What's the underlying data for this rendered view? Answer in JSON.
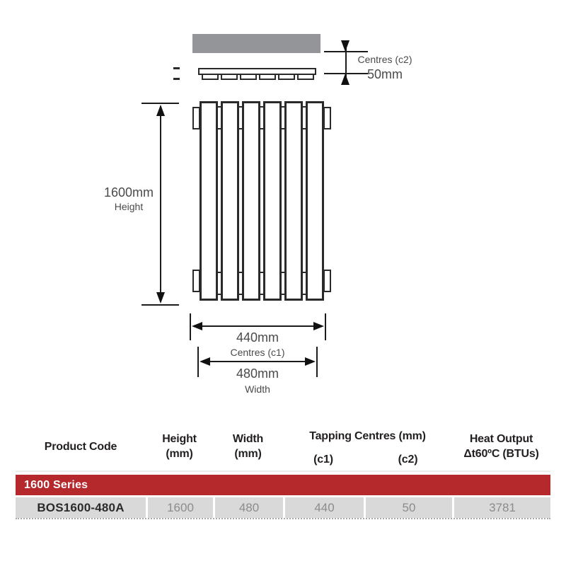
{
  "diagram": {
    "c2_label": "Centres (c2)",
    "c2_value": "50mm",
    "height_value": "1600mm",
    "height_label": "Height",
    "c1_value": "440mm",
    "c1_label": "Centres (c1)",
    "width_value": "480mm",
    "width_label": "Width",
    "panel_count": 6,
    "colors": {
      "wall_gray": "#939598",
      "line": "#2a2a2a",
      "label_text": "#4a4a4a"
    }
  },
  "table": {
    "headers": {
      "product_code": "Product Code",
      "height": "Height\n(mm)",
      "width": "Width\n(mm)",
      "tapping_group": "Tapping Centres (mm)",
      "c1": "(c1)",
      "c2": "(c2)",
      "heat_output": "Heat Output\nΔt60ºC (BTUs)"
    },
    "series_band": "1600 Series",
    "rows": [
      {
        "product_code": "BOS1600-480A",
        "height": "1600",
        "width": "480",
        "c1": "440",
        "c2": "50",
        "heat_output": "3781"
      }
    ],
    "colors": {
      "band_red": "#b5282c",
      "cell_gray": "#d9d9d9",
      "value_text": "#8c8c8c",
      "header_text": "#231f20"
    }
  }
}
